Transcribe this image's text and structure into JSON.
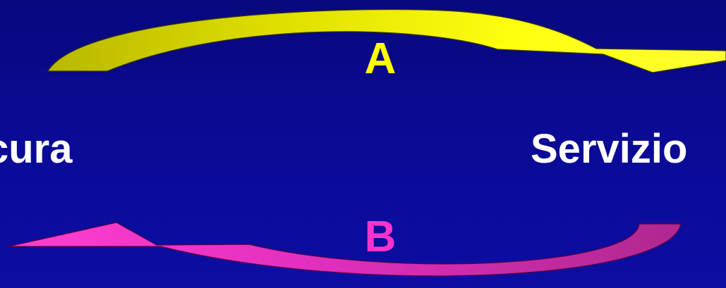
{
  "diagram": {
    "nodes": {
      "left": {
        "label": "cura"
      },
      "right": {
        "label": "Servizio"
      }
    },
    "arrows": {
      "top": {
        "label": "A",
        "direction": "left-to-right",
        "color": "#ffff00",
        "label_color": "#ffff00"
      },
      "bottom": {
        "label": "B",
        "direction": "right-to-left",
        "color": "#ff33cc",
        "label_color": "#ff33cc"
      }
    },
    "background_color": "#0a0a92"
  }
}
